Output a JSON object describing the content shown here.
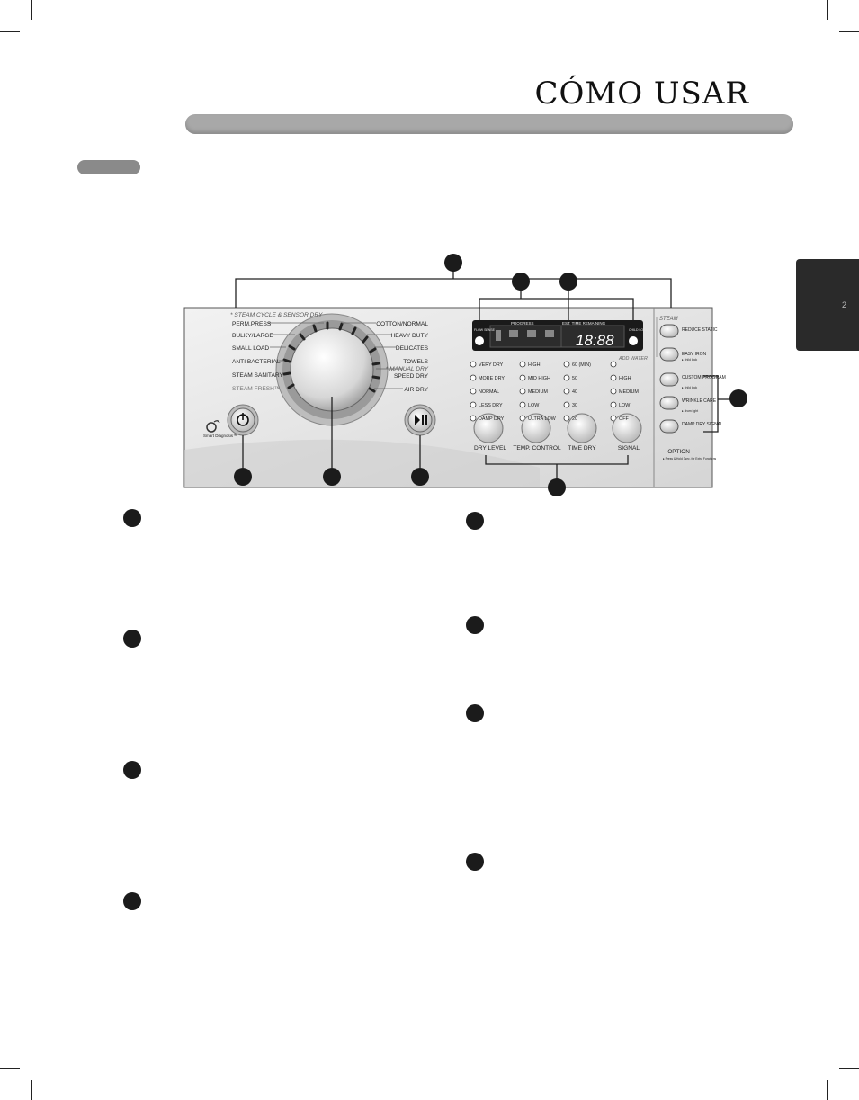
{
  "page": {
    "title": "CÓMO USAR",
    "side_tab_text": "2"
  },
  "panel": {
    "cycle_header": "* STEAM CYCLE & SENSOR DRY",
    "manual_header": "* MANUAL DRY",
    "cycles_left": [
      "PERM.PRESS",
      "BULKY/LARGE",
      "SMALL LOAD",
      "ANTI BACTERIAL",
      "STEAM SANITARY™",
      "STEAM FRESH™"
    ],
    "cycles_right": [
      "COTTON/NORMAL",
      "HEAVY DUTY",
      "DELICATES",
      "TOWELS",
      "SPEED DRY",
      "AIR DRY"
    ],
    "power_caption": "Smart Diagnosis™",
    "display": {
      "progress_label": "PROGRESS",
      "time_label": "EST. TIME REMAINING",
      "time_value": "18:88",
      "flow_sense": "FLOW SENSE",
      "child_lock": "CHILD LOCK"
    },
    "option_columns": [
      [
        "VERY DRY",
        "MORE DRY",
        "NORMAL",
        "LESS DRY",
        "DAMP DRY"
      ],
      [
        "HIGH",
        "MID HIGH",
        "MEDIUM",
        "LOW",
        "ULTRA LOW"
      ],
      [
        "60 (MIN)",
        "50",
        "40",
        "30",
        "20"
      ],
      [
        "ADD WATER",
        "HIGH",
        "MEDIUM",
        "LOW",
        "OFF"
      ]
    ],
    "option_buttons": [
      "DRY LEVEL",
      "TEMP. CONTROL",
      "TIME DRY",
      "SIGNAL"
    ],
    "steam_label": "STEAM",
    "side_buttons": [
      {
        "label": "REDUCE STATIC",
        "sub": ""
      },
      {
        "label": "EASY IRON",
        "sub": "▸ child lock"
      },
      {
        "label": "CUSTOM PROGRAM",
        "sub": "▸ child lock"
      },
      {
        "label": "WRINKLE CARE",
        "sub": "▸ drum light"
      },
      {
        "label": "DAMP DRY SIGNAL",
        "sub": ""
      }
    ],
    "option_title": "– OPTION –",
    "option_note": "▸ Press & Hold 3sec. for Extra Functions"
  },
  "colors": {
    "panel": "#e6e6e6",
    "panel_dark": "#bdbdbd",
    "display": "#1a1a1a",
    "callout": "#1b1b1b"
  }
}
